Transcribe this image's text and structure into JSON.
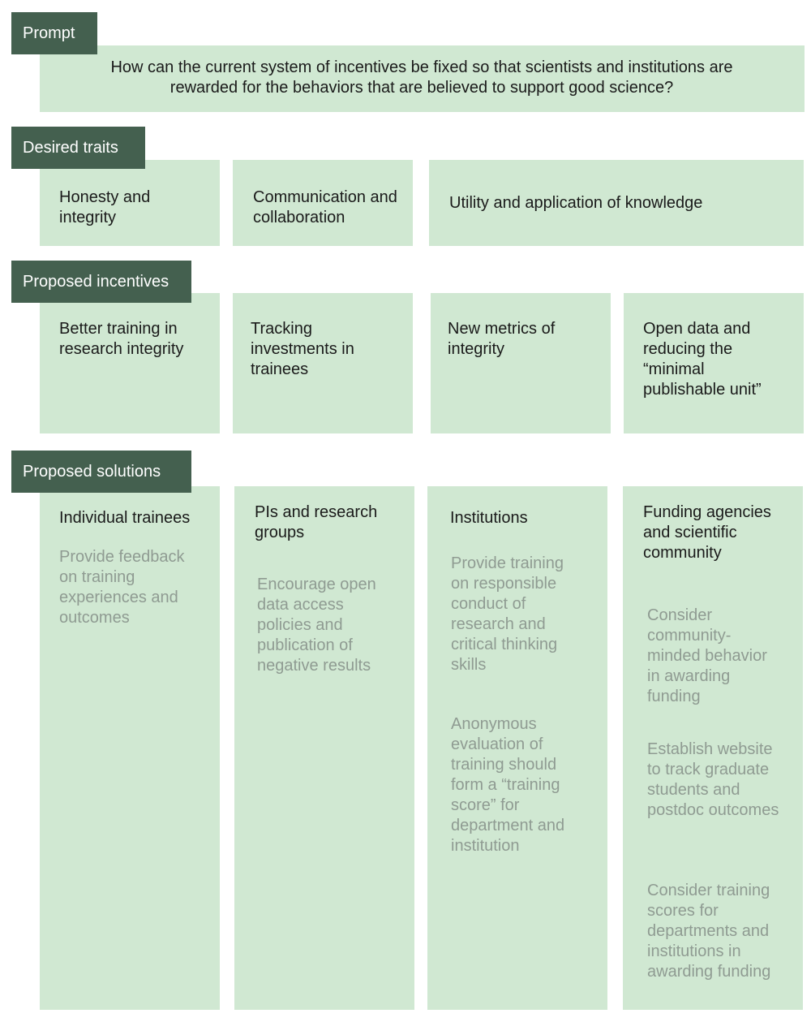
{
  "prompt": {
    "label": "Prompt",
    "question": "How can the current system of incentives be fixed so that scientists and institutions are rewarded for the behaviors that are believed to support good science?"
  },
  "desired_traits": {
    "label": "Desired traits",
    "items": [
      "Honesty and integrity",
      "Communication and collaboration",
      "Utility and application of knowledge"
    ]
  },
  "proposed_incentives": {
    "label": "Proposed incentives",
    "items": [
      "Better training in research integrity",
      "Tracking investments in trainees",
      "New metrics of integrity",
      "Open data and reducing the “minimal publishable unit”"
    ]
  },
  "proposed_solutions": {
    "label": "Proposed solutions",
    "columns": [
      {
        "title": "Individual trainees",
        "items": [
          "Provide feedback on training experiences and outcomes"
        ]
      },
      {
        "title": "PIs and research groups",
        "items": [
          "Encourage open data access policies and publication of negative results"
        ]
      },
      {
        "title": "Institutions",
        "items": [
          "Provide training on responsible conduct of research and critical thinking skills",
          "Anonymous evaluation of training should form a “training score” for department and institution"
        ]
      },
      {
        "title": "Funding agencies and scientific community",
        "items": [
          "Consider community-minded behavior in awarding funding",
          "Establish website to track graduate students and postdoc outcomes",
          "Consider training scores for departments and institutions in awarding funding"
        ]
      }
    ]
  },
  "colors": {
    "header_bg": "#44604f",
    "box_bg": "#d0e8d2",
    "title_text": "#1a1a1a",
    "muted_text": "#8f9b92"
  }
}
